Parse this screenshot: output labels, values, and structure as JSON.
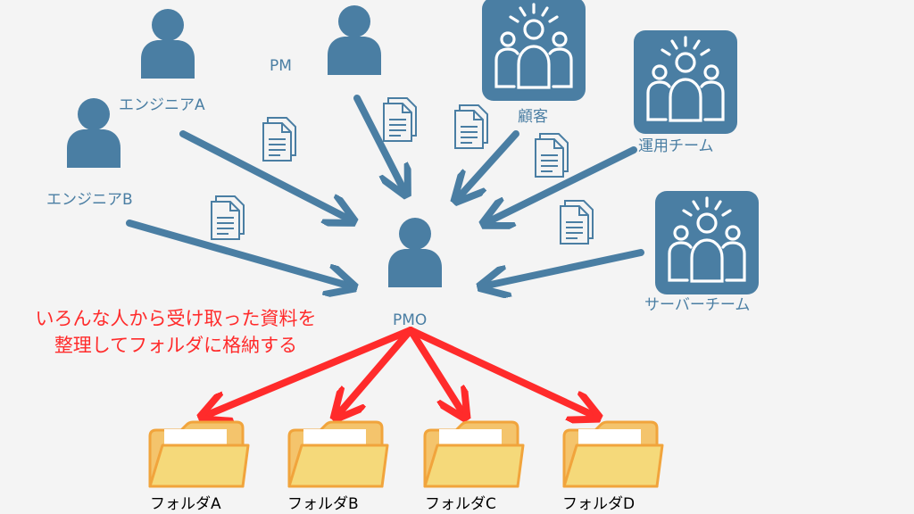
{
  "people": [
    {
      "key": "engineer_a",
      "label": "エンジニアA"
    },
    {
      "key": "engineer_b",
      "label": "エンジニアB"
    },
    {
      "key": "pm",
      "label": "PM"
    },
    {
      "key": "pmo",
      "label": "PMO"
    }
  ],
  "groups": [
    {
      "key": "customer",
      "label": "顧客"
    },
    {
      "key": "operations_team",
      "label": "運用チーム"
    },
    {
      "key": "server_team",
      "label": "サーバーチーム"
    }
  ],
  "note_lines": [
    "いろんな人から受け取った資料を",
    "整理してフォルダに格納する"
  ],
  "folders": [
    "フォルダA",
    "フォルダB",
    "フォルダC",
    "フォルダD"
  ],
  "colors": {
    "primary": "#4a7ea3",
    "accent": "#ff2b2b",
    "folder_front": "#f5d97a",
    "folder_back": "#f4c46c",
    "folder_stroke": "#f1a43c",
    "background": "#f4f4f4"
  },
  "icons": {
    "person": "person-icon",
    "group": "team-icon",
    "document": "document-icon",
    "folder": "folder-icon"
  }
}
